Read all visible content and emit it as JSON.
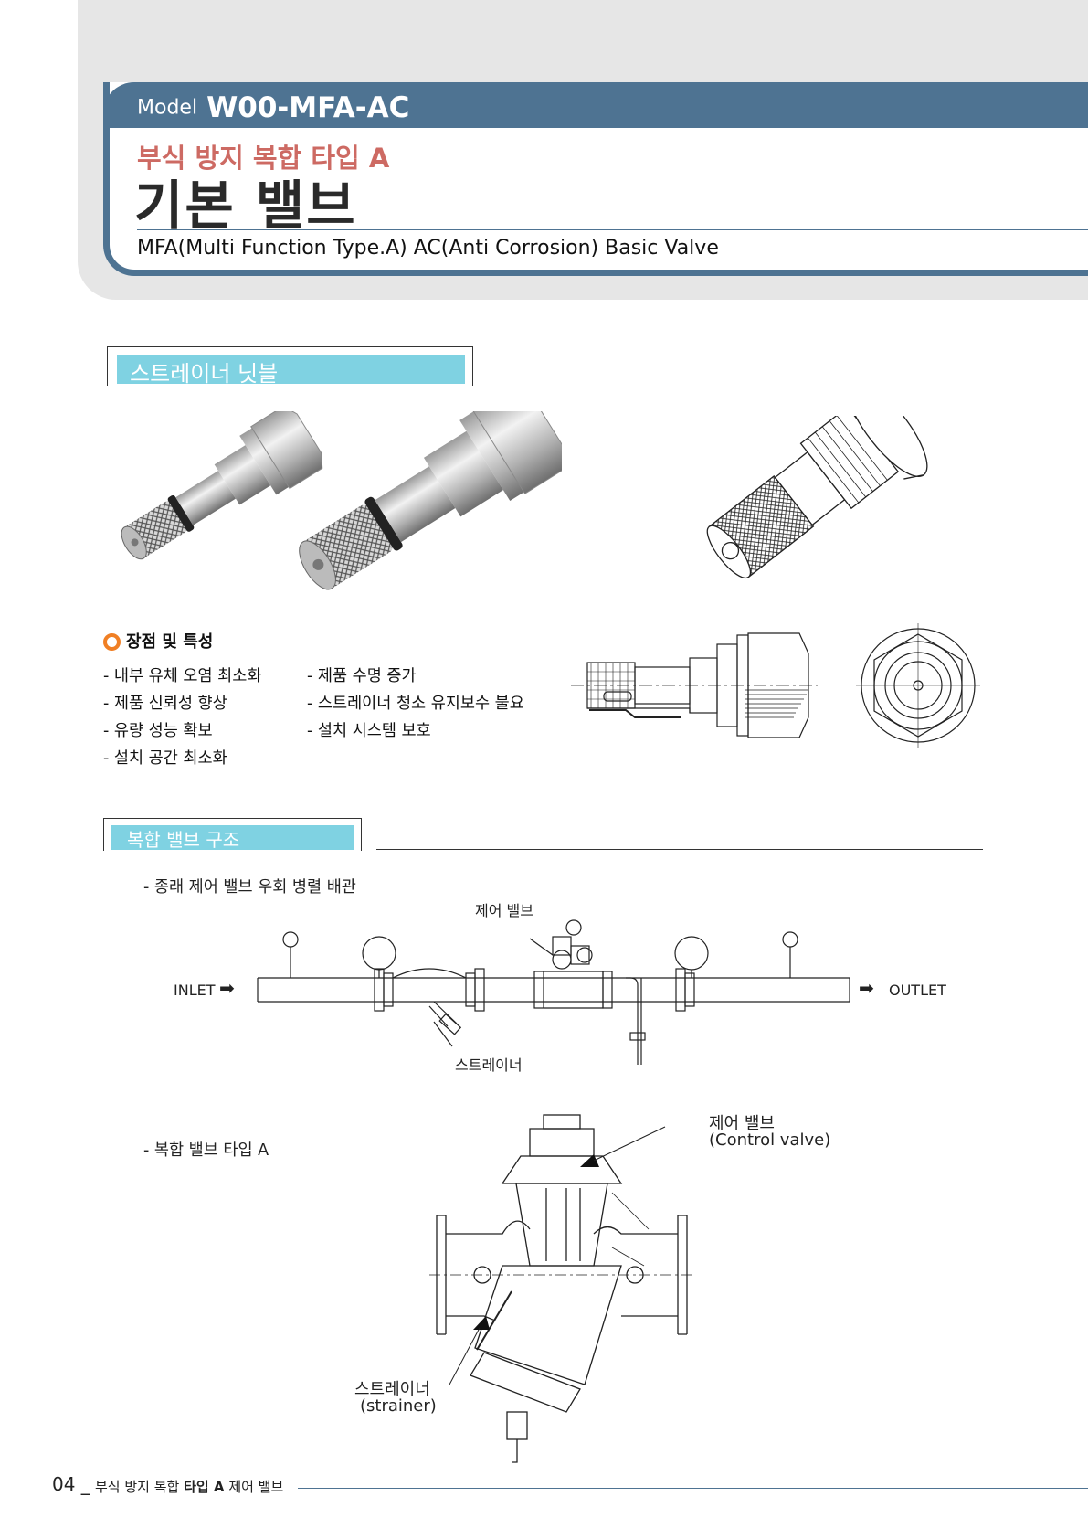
{
  "header": {
    "model_label": "Model",
    "model_code": "W00-MFA-AC",
    "subtitle": "부식 방지 복합 타입 A",
    "title": "기본 밸브",
    "english_title": "MFA(Multi Function Type.A) AC(Anti Corrosion) Basic Valve"
  },
  "section1": {
    "title": "스트레이너 닛블",
    "features_heading": "장점 및 특성",
    "features_col1": [
      "- 내부 유체 오염 최소화",
      "- 제품 신뢰성 향상",
      "- 유량 성능 확보",
      "- 설치 공간 최소화"
    ],
    "features_col2": [
      "- 제품 수명 증가",
      "- 스트레이너 청소 유지보수 불요",
      "- 설치 시스템 보호"
    ]
  },
  "section2": {
    "title": "복합 밸브 구조",
    "conventional_label": "- 종래 제어 밸브 우회 병렬 배관",
    "control_valve_label": "제어 밸브",
    "inlet": "INLET",
    "outlet": "OUTLET",
    "strainer_label": "스트레이너",
    "combined_label": "- 복합 밸브 타입 A",
    "control_valve_ko": "제어 밸브",
    "control_valve_en": "(Control valve)",
    "strainer_ko": "스트레이너",
    "strainer_en": "(strainer)"
  },
  "footer": {
    "page": "04 _",
    "text_prefix": "부식 방지 복합 ",
    "text_bold": "타입 A",
    "text_suffix": " 제어 밸브"
  }
}
